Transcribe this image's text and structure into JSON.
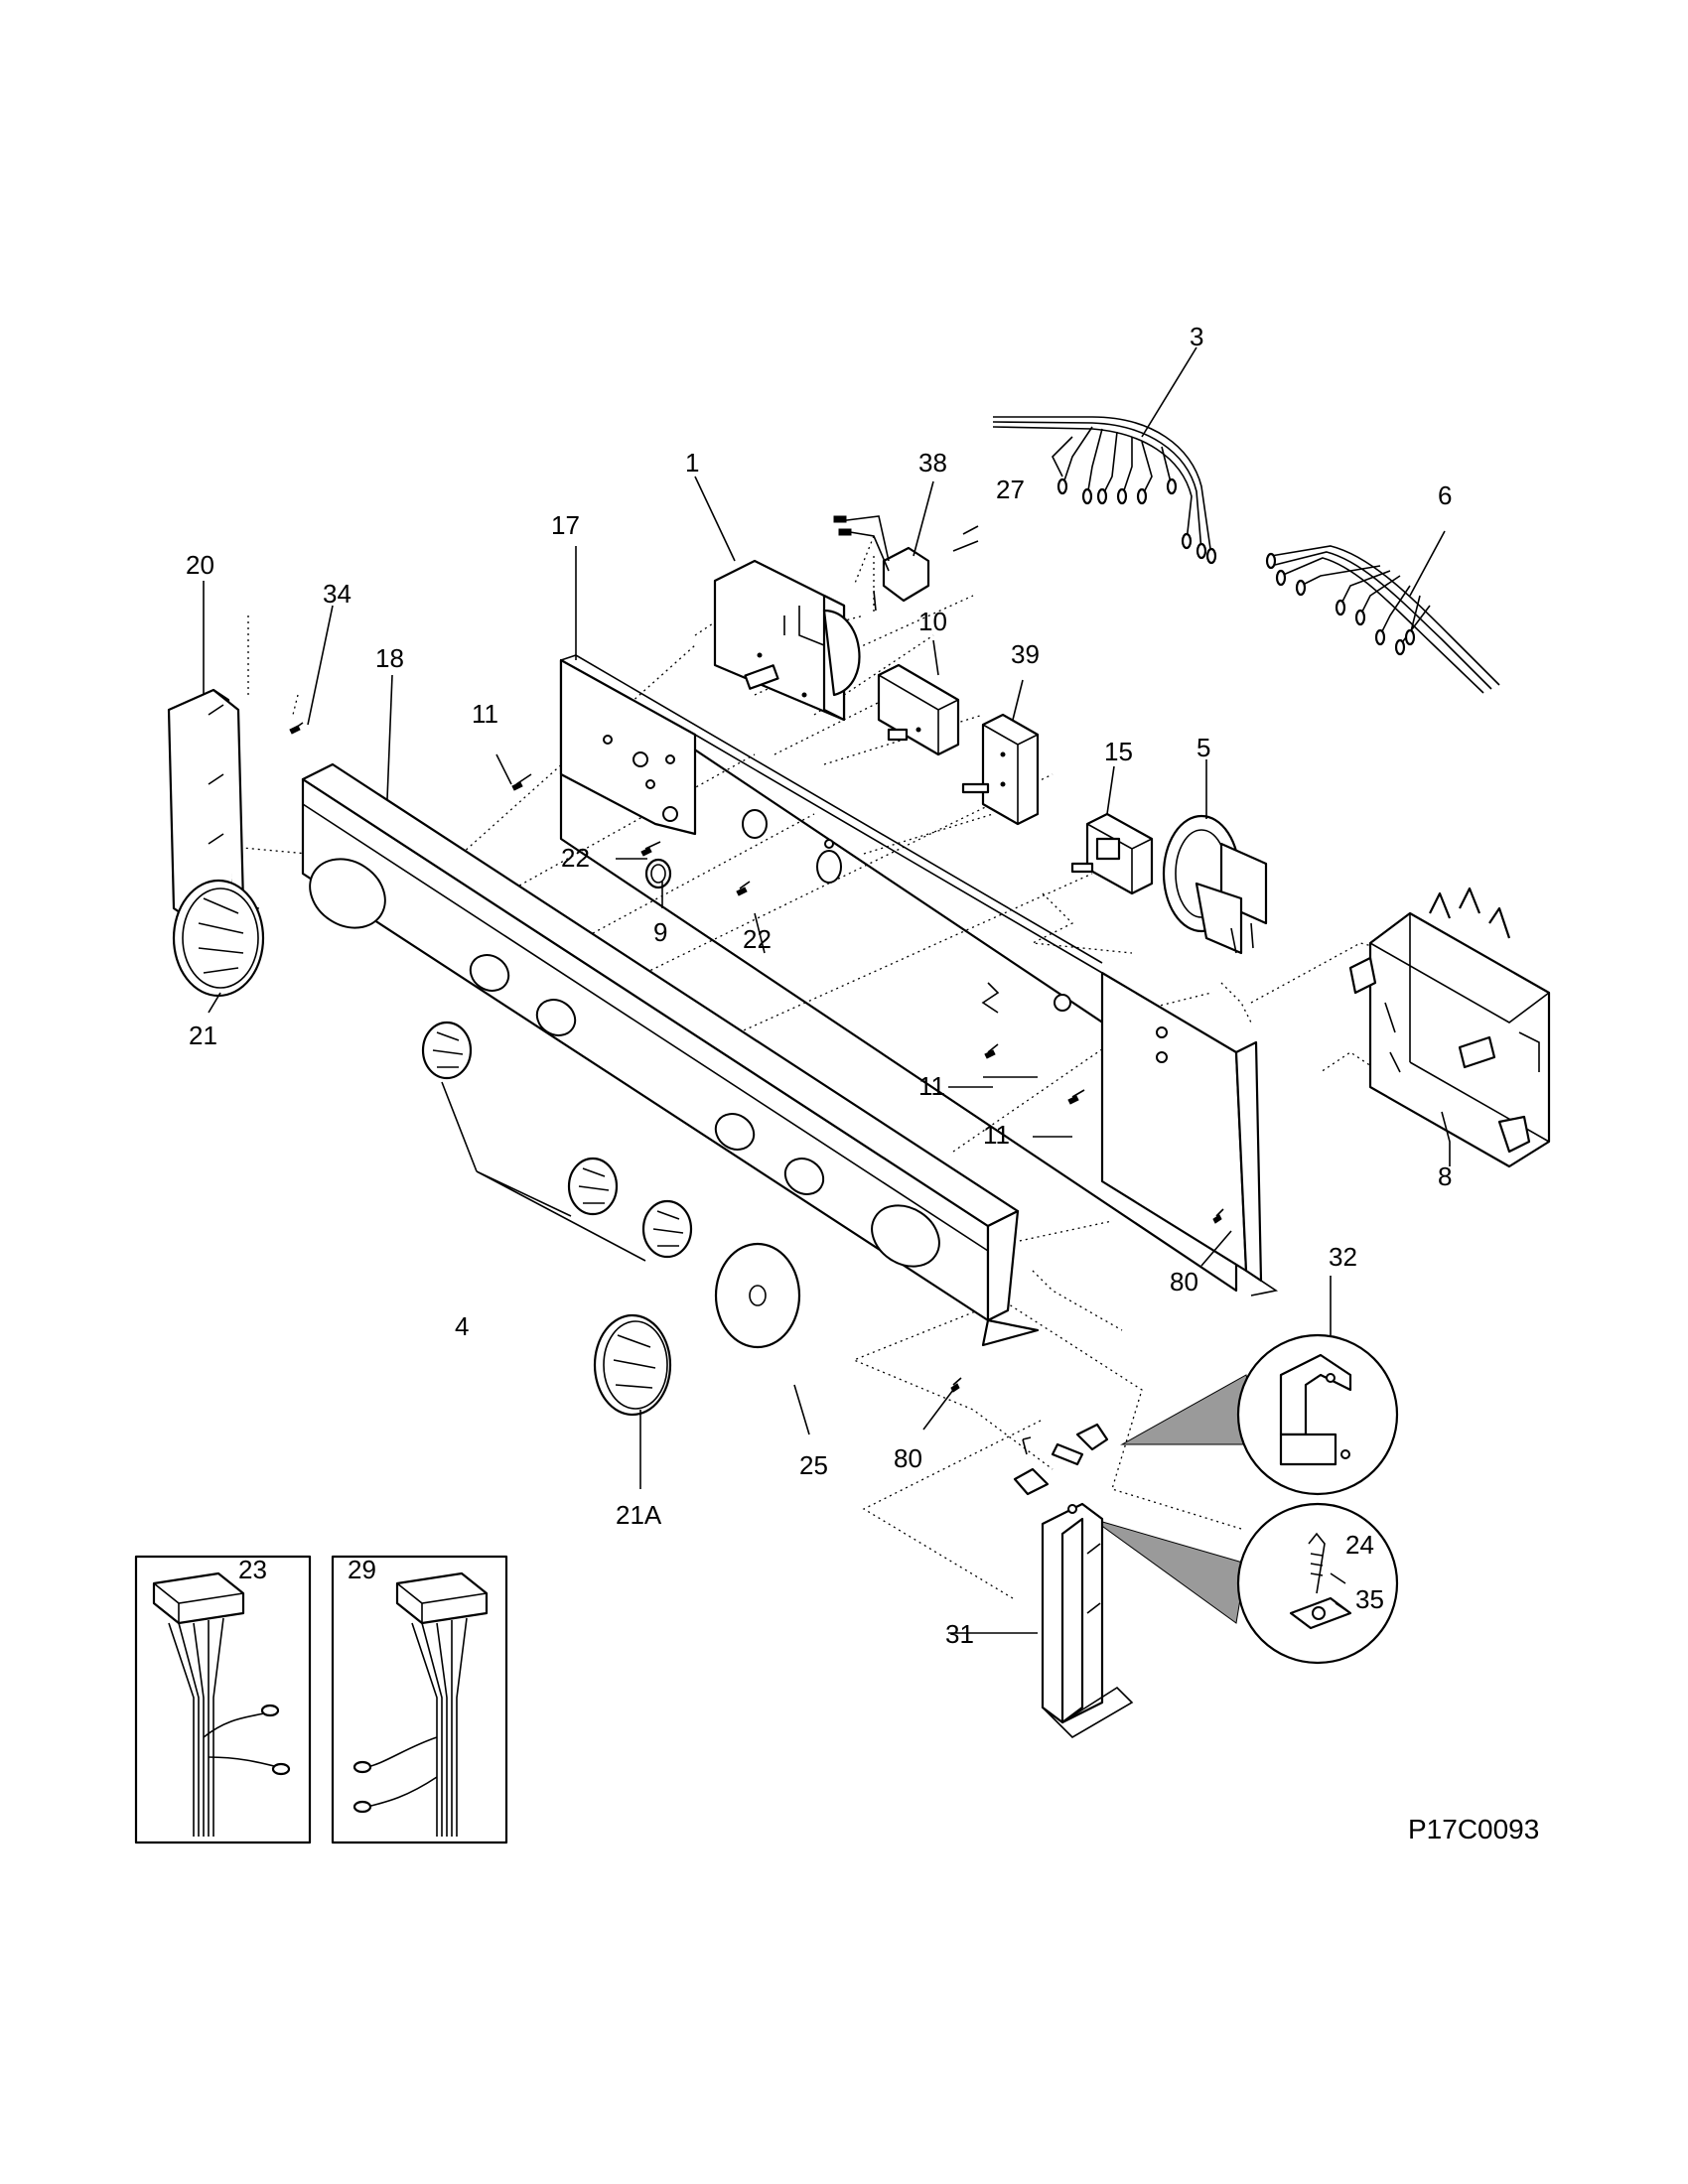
{
  "diagram_code": "P17C0093",
  "callouts": {
    "c1": "1",
    "c3": "3",
    "c4": "4",
    "c5": "5",
    "c6": "6",
    "c8": "8",
    "c9": "9",
    "c10": "10",
    "c11a": "11",
    "c11b": "11",
    "c11c": "11",
    "c15": "15",
    "c17": "17",
    "c18": "18",
    "c20": "20",
    "c21": "21",
    "c21A": "21A",
    "c22a": "22",
    "c22b": "22",
    "c23": "23",
    "c24": "24",
    "c25": "25",
    "c27": "27",
    "c29": "29",
    "c31": "31",
    "c32": "32",
    "c34": "34",
    "c35": "35",
    "c38": "38",
    "c39": "39",
    "c80a": "80",
    "c80b": "80"
  }
}
